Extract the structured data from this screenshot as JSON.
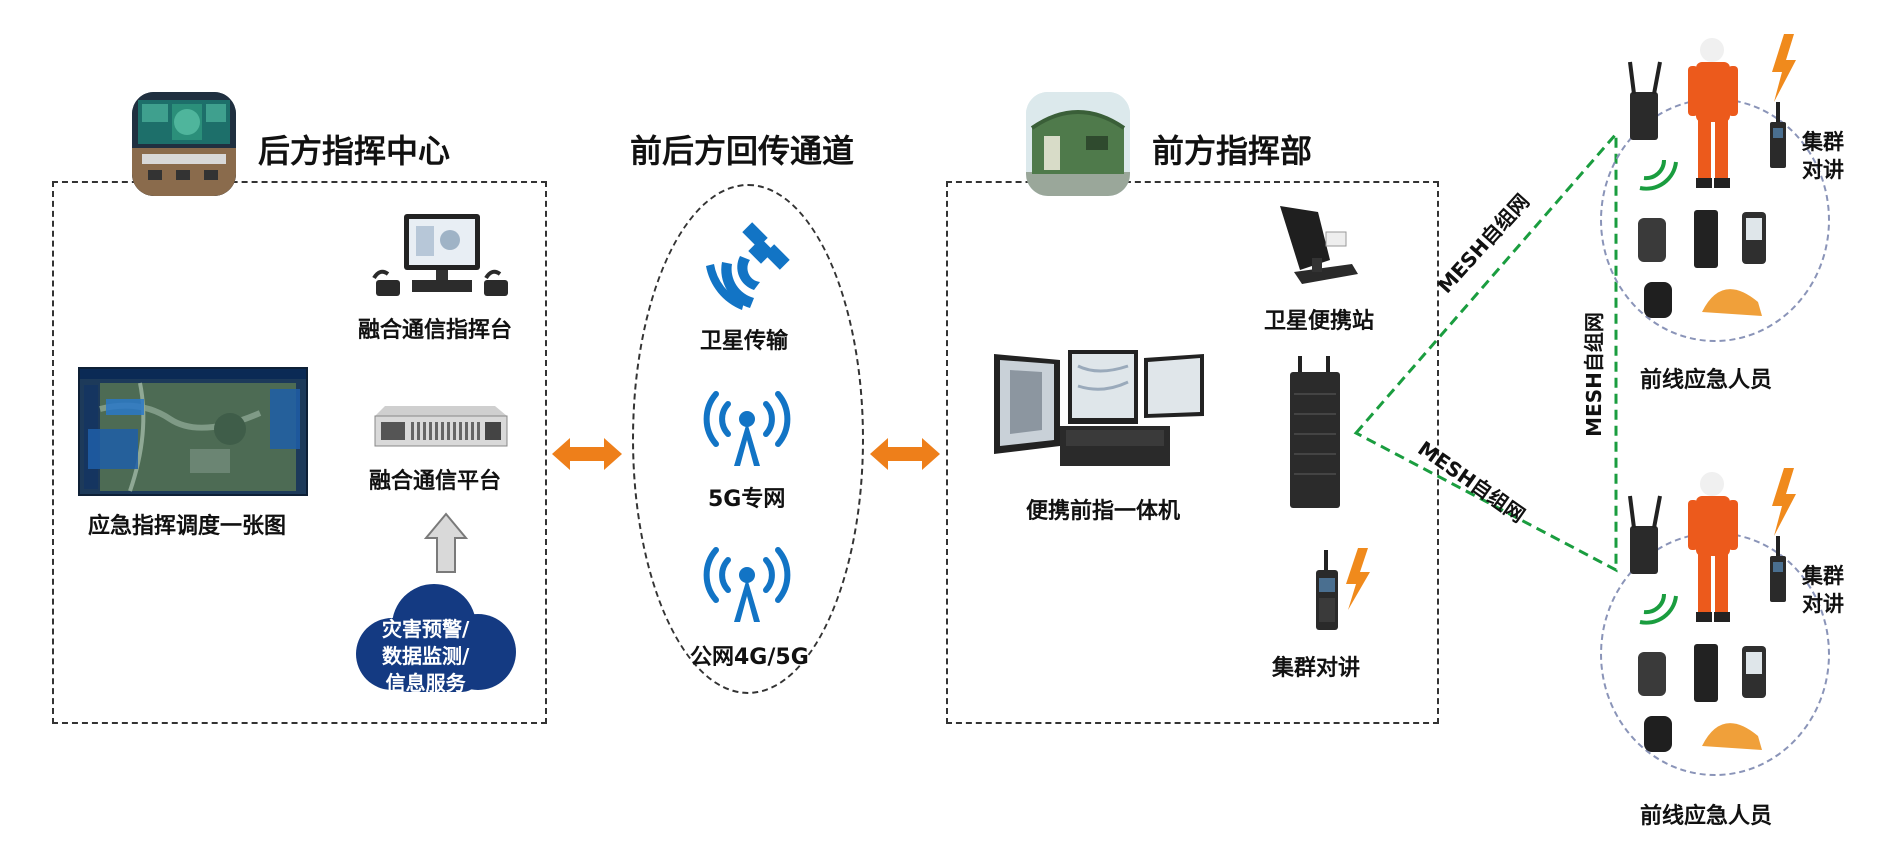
{
  "rear": {
    "title": "后方指挥中心",
    "console_label": "融合通信指挥台",
    "map_label": "应急指挥调度一张图",
    "platform_label": "融合通信平台",
    "cloud_lines": [
      "灾害预警/",
      "数据监测/",
      "信息服务"
    ]
  },
  "backhaul": {
    "title": "前后方回传通道",
    "items": [
      "卫星传输",
      "5G专网",
      "公网4G/5G"
    ]
  },
  "front": {
    "title": "前方指挥部",
    "satellite_label": "卫星便携站",
    "terminal_label": "便携前指一体机",
    "radio_label": "集群对讲"
  },
  "mesh": {
    "label_upper": "MESH自组网",
    "label_vertical": "MESH自组网",
    "label_lower": "MESH自组网"
  },
  "field_groups": [
    {
      "team_label": "前线应急人员",
      "radio_label_lines": [
        "集群",
        "对讲"
      ]
    },
    {
      "team_label": "前线应急人员",
      "radio_label_lines": [
        "集群",
        "对讲"
      ]
    }
  ],
  "colors": {
    "arrow_orange": "#ee7f1a",
    "icon_blue": "#1274c5",
    "cloud_navy": "#143a82",
    "mesh_green": "#1a9d3f",
    "responder_orange": "#ec5a1c"
  },
  "icons": [
    "satellite-icon",
    "antenna-tower-icon",
    "double-arrow-icon",
    "up-arrow-icon",
    "cloud-icon",
    "lightning-icon",
    "wifi-signal-icon"
  ]
}
